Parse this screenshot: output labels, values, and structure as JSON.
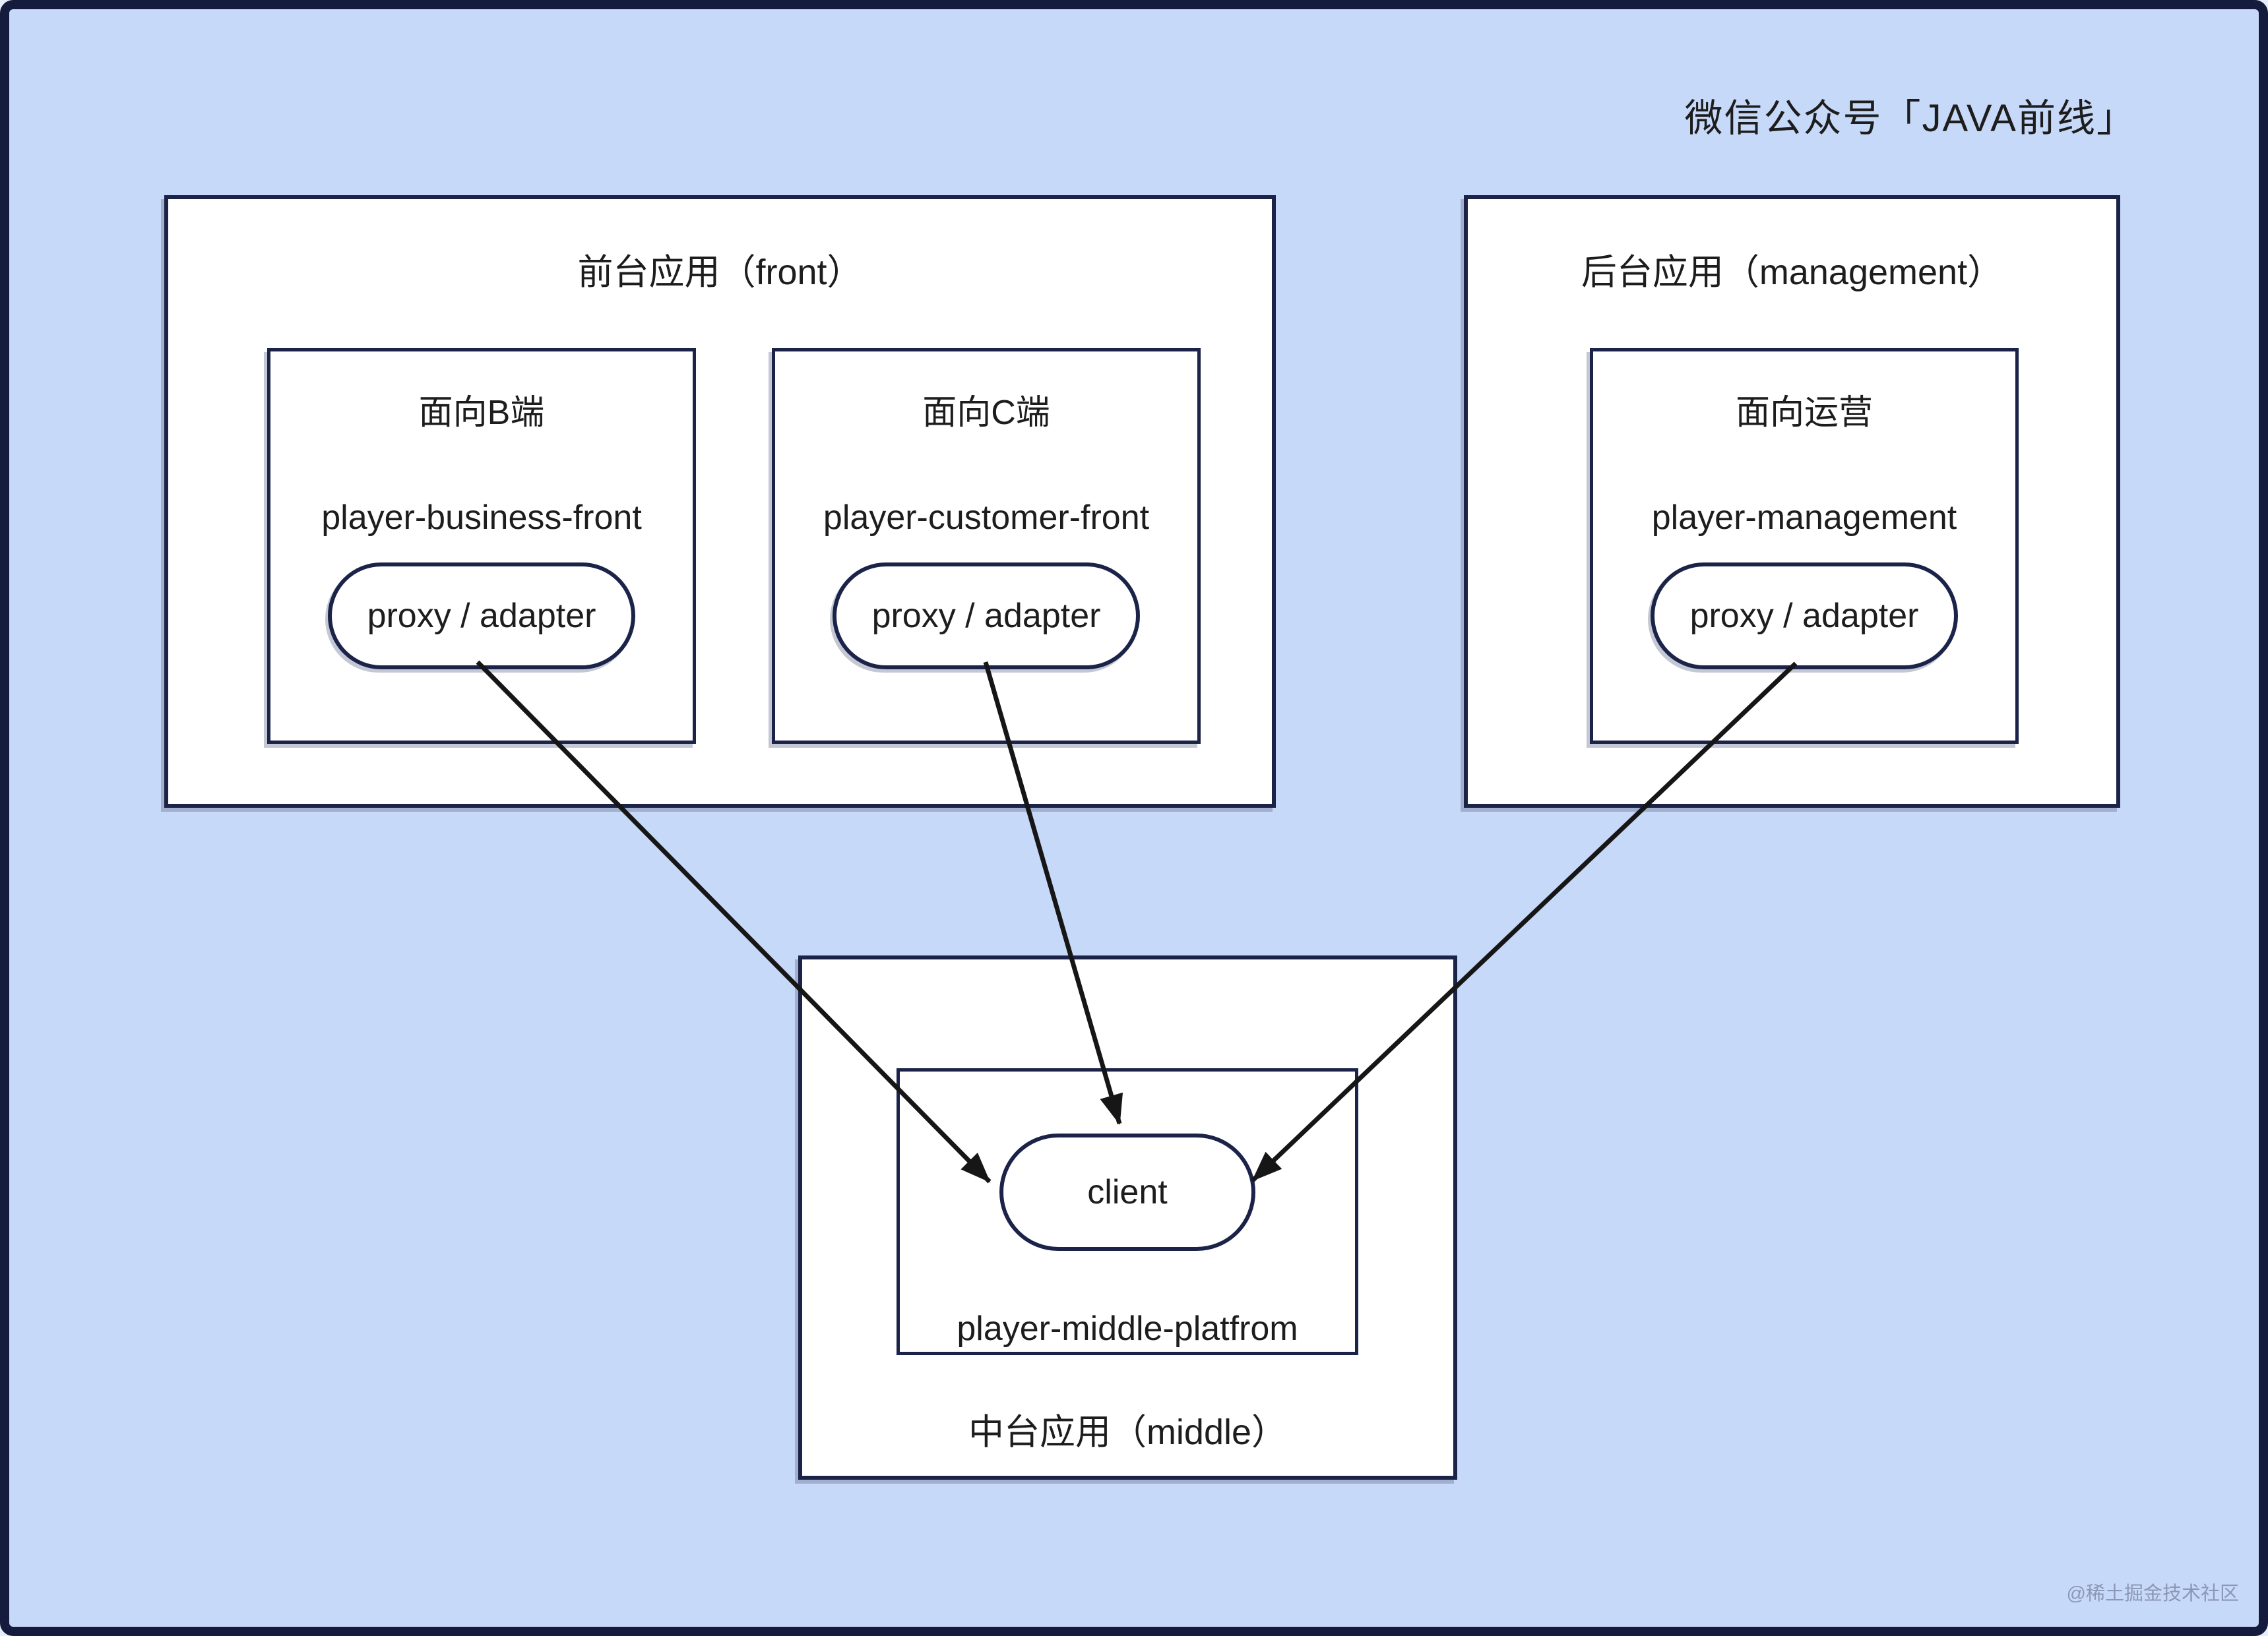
{
  "page": {
    "brand": "微信公众号「JAVA前线」",
    "watermark": "@稀土掘金技术社区",
    "colors": {
      "background": "#c7d9f8",
      "canvas_border": "#141b3c",
      "box_border": "#1b2348",
      "arrow": "#161616",
      "text": "#1d1d1d"
    }
  },
  "diagram": {
    "groups": {
      "front": {
        "title": "前台应用（front）",
        "apps": [
          {
            "audience": "面向B端",
            "name": "player-business-front",
            "component": "proxy / adapter"
          },
          {
            "audience": "面向C端",
            "name": "player-customer-front",
            "component": "proxy / adapter"
          }
        ]
      },
      "management": {
        "title": "后台应用（management）",
        "apps": [
          {
            "audience": "面向运营",
            "name": "player-management",
            "component": "proxy / adapter"
          }
        ]
      },
      "middle": {
        "title": "中台应用（middle）",
        "platform": {
          "name": "player-middle-platfrom",
          "client": "client"
        }
      }
    },
    "edges": [
      {
        "from": "player-business-front proxy/adapter",
        "to": "player-middle-platfrom client"
      },
      {
        "from": "player-customer-front proxy/adapter",
        "to": "player-middle-platfrom client"
      },
      {
        "from": "player-management proxy/adapter",
        "to": "player-middle-platfrom client"
      }
    ]
  }
}
